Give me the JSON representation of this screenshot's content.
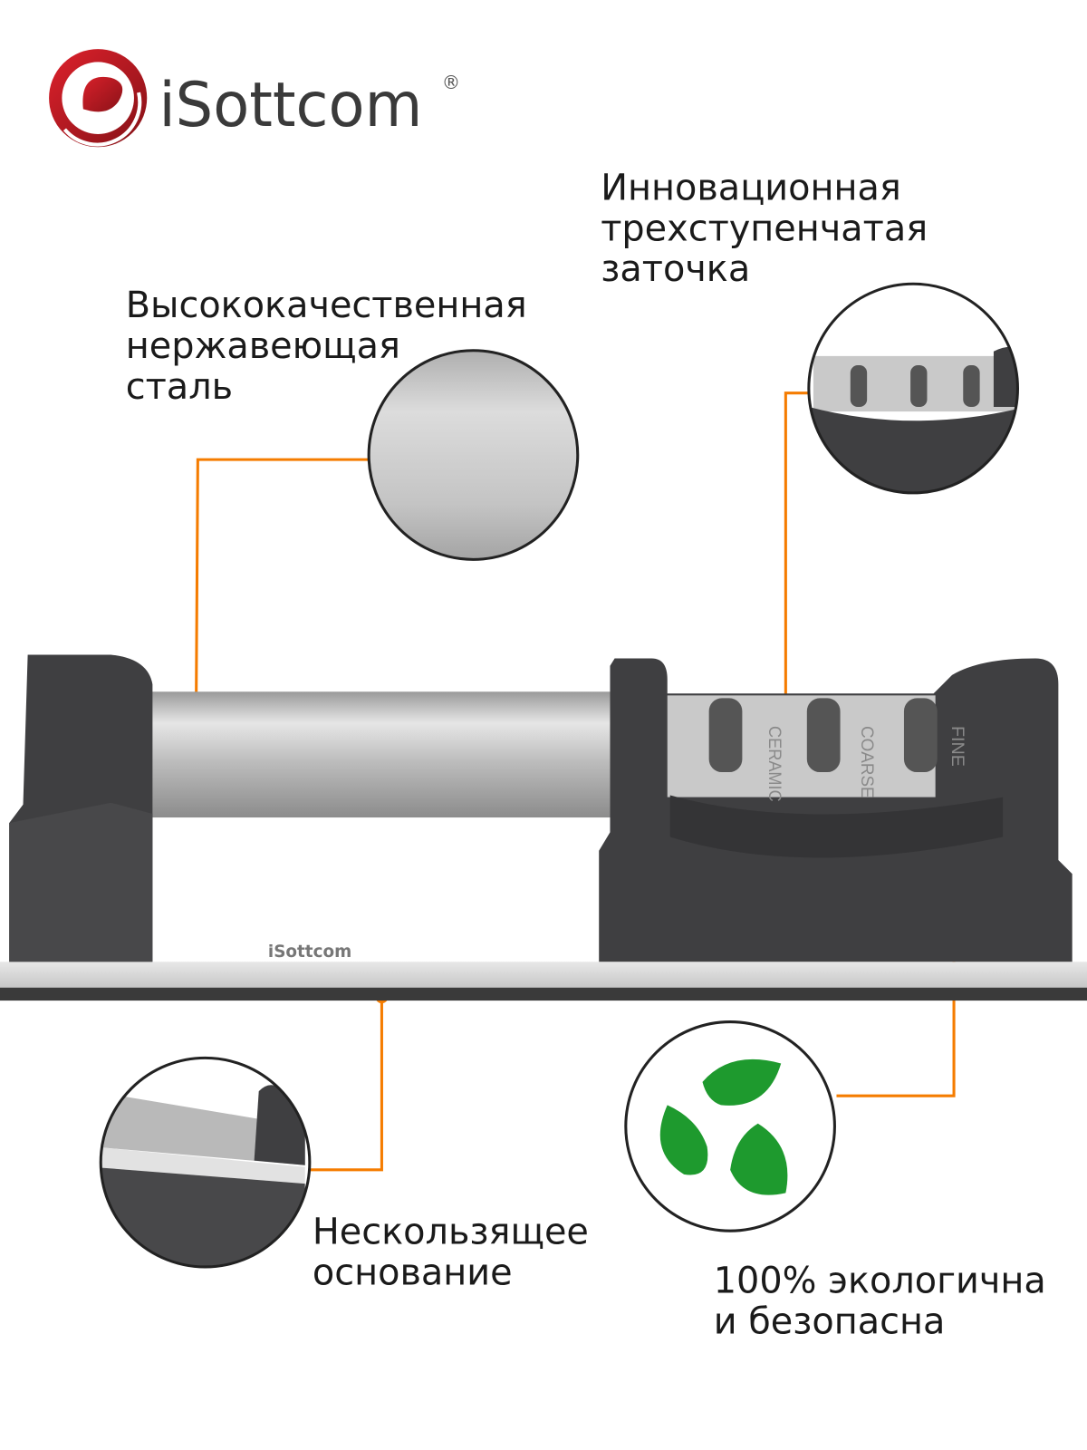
{
  "brand": {
    "name": "iSottcom",
    "registered": "®",
    "color": "#c4161c"
  },
  "features": [
    {
      "lines": [
        "Высококачественная",
        "нержавеющая",
        "сталь"
      ]
    },
    {
      "lines": [
        "Инновационная",
        "трехступенчатая",
        "заточка"
      ]
    },
    {
      "lines": [
        "Нескользящее",
        "основание"
      ]
    },
    {
      "lines": [
        "100% экологична",
        "и безопасна"
      ]
    }
  ],
  "product": {
    "slots": [
      "CERAMIC",
      "COARSE",
      "FINE"
    ],
    "base_logo": "iSottcom"
  },
  "colors": {
    "accent": "#f57c00",
    "body": "#3f3f41",
    "steel": "#c9c9c9",
    "eco": "#1e9a2e"
  }
}
